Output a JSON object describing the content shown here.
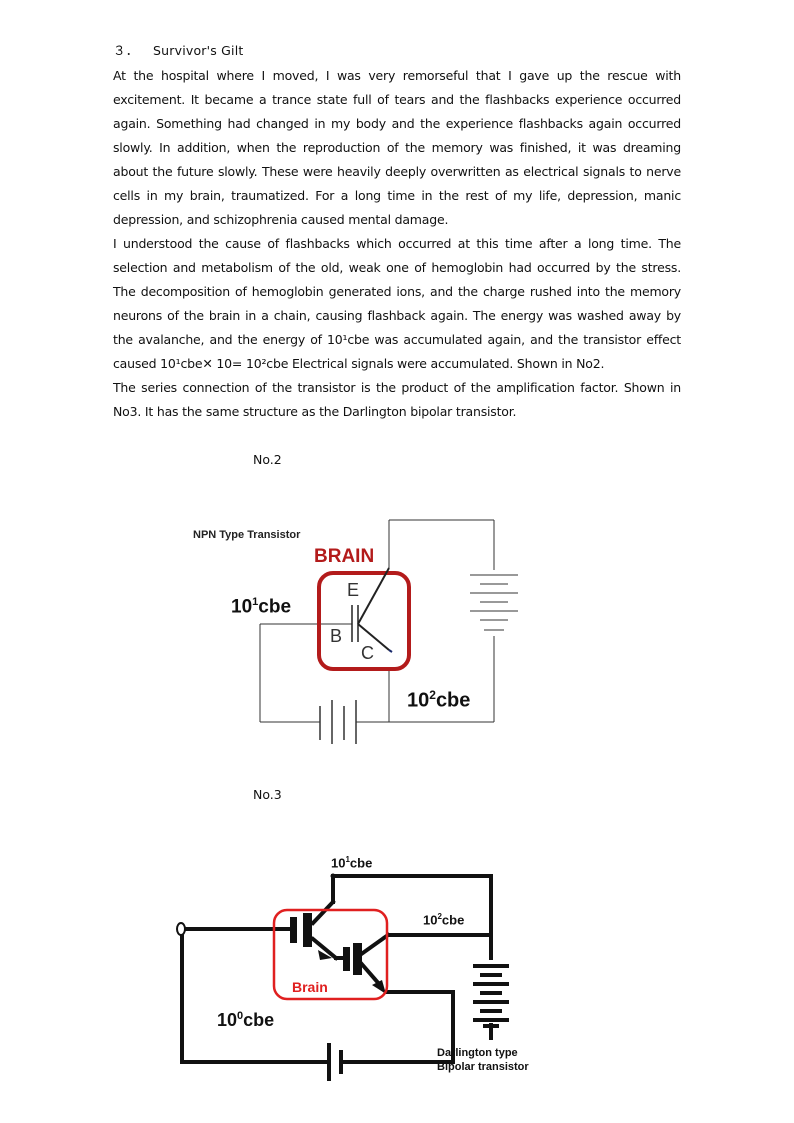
{
  "section": {
    "number": "３．",
    "title": "Survivor's Gilt"
  },
  "paragraphs": [
    "At the hospital where I moved, I was very remorseful that I gave up the rescue with excitement. It became a trance state full of tears and the flashbacks experience occurred again. Something had changed in my body and the experience flashbacks again occurred slowly. In addition, when the reproduction of the memory was finished, it was dreaming about the future slowly. These were heavily deeply overwritten as electrical signals to nerve cells in my brain, traumatized. For a long time in the rest of my life, depression, manic depression, and schizophrenia caused mental damage.",
    "I understood the cause of flashbacks which occurred at this time after a long time. The selection and metabolism of the old, weak one of hemoglobin had occurred by the stress. The decomposition of hemoglobin generated ions, and the charge rushed into the memory neurons of the brain in a chain, causing flashback again. The energy was washed away by the avalanche, and the energy of 10¹cbe was accumulated again, and the transistor effect caused 10¹cbe✕ 10= 10²cbe Electrical signals were accumulated. Shown in No2.",
    "The series connection of the transistor is the product of the amplification factor. Shown in No3. It has the same structure as the Darlington bipolar transistor."
  ],
  "figure2": {
    "label": "No.2",
    "type_label": "NPN   Type Transistor",
    "brain_label": "BRAIN",
    "emitter": "E",
    "base": "B",
    "collector": "C",
    "input_base": "10",
    "input_exp": "1",
    "input_unit": "cbe",
    "output_base": "10",
    "output_exp": "2",
    "output_unit": "cbe",
    "brain_color": "#b31b1b"
  },
  "figure3": {
    "label": "No.3",
    "brain_label": "Brain",
    "top_base": "10",
    "top_exp": "1",
    "top_unit": "cbe",
    "mid_base": "10",
    "mid_exp": "2",
    "mid_unit": "cbe",
    "bottom_base": "10",
    "bottom_exp": "0",
    "bottom_unit": "cbe",
    "caption_line1": "Darlington type",
    "caption_line2": "Bipolar transistor",
    "brain_color": "#e02020"
  }
}
